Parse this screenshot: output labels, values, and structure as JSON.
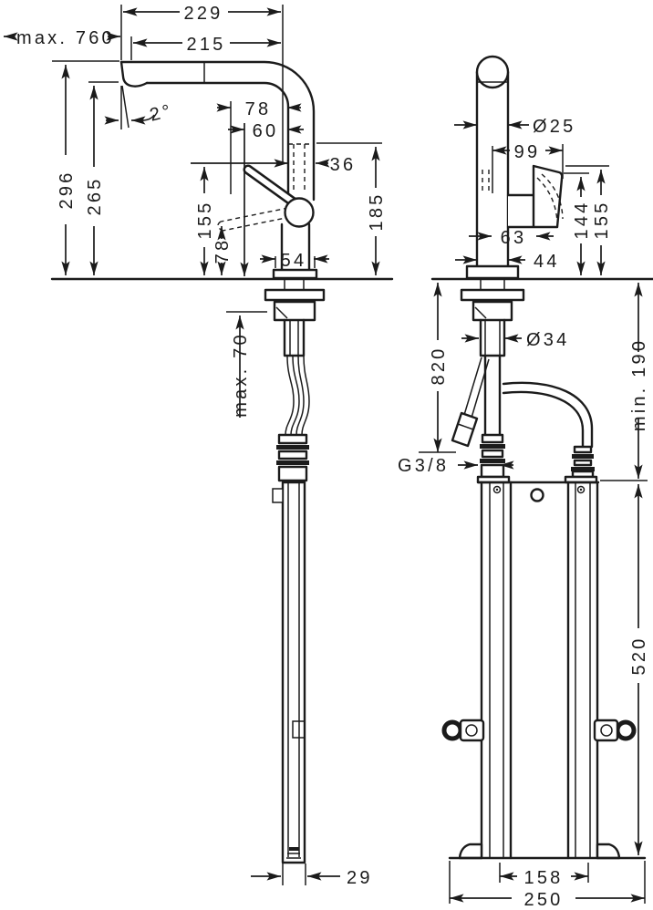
{
  "drawing_title": "faucet-installation-dimension-drawing",
  "colors": {
    "line": "#1b1b1b",
    "background": "#ffffff"
  },
  "dims_left": {
    "reach_overall": "229",
    "reach_spout": "215",
    "max_pullout": "max. 760",
    "swivel_angle": "2°",
    "offset_spout_78": "78",
    "offset_spray_60": "60",
    "offset_spray_36": "36",
    "height_spray_185": "185",
    "height_spout_top_296": "296",
    "height_spout_bottom_265": "265",
    "height_handle_155": "155",
    "height_handle_low_78": "78",
    "base_diameter_54": "54",
    "max_counter_thickness": "max. 70",
    "bracket_depth_29": "29"
  },
  "dims_right": {
    "spout_diameter": "Ø25",
    "handle_reach_99": "99",
    "handle_offset_63": "63",
    "body_width_44": "44",
    "handle_height_144": "144",
    "handle_height_155": "155",
    "shank_diameter": "Ø34",
    "hose_length_820": "820",
    "min_clearance": "min. 190",
    "connection_thread": "G3/8",
    "bracket_height_520": "520",
    "rail_spacing_158": "158",
    "bracket_span_250": "250"
  }
}
